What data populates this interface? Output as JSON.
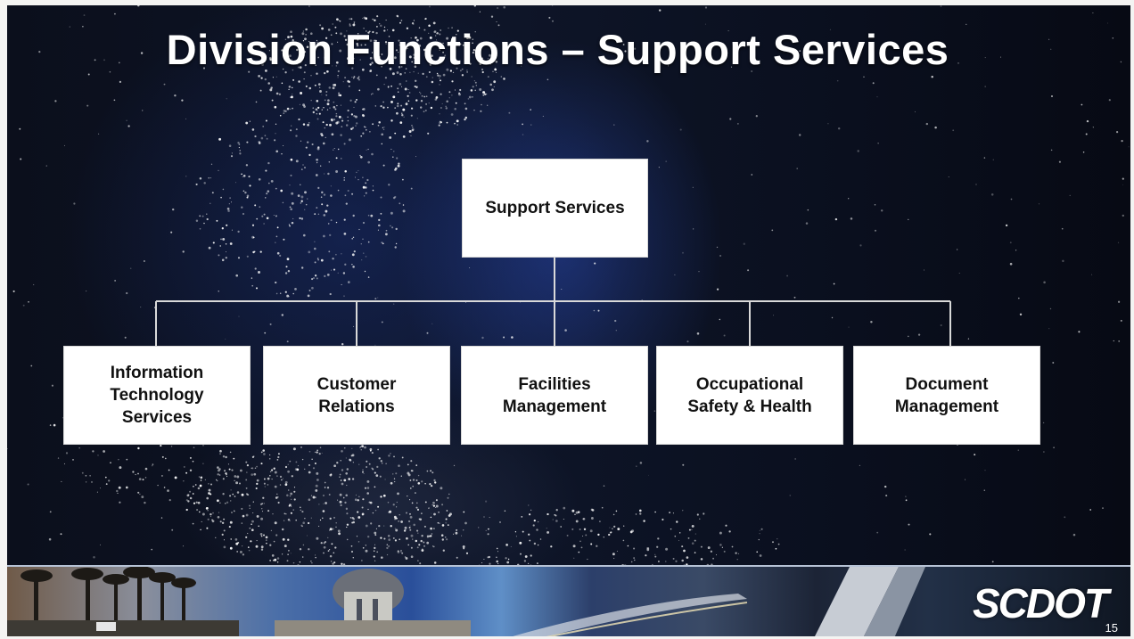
{
  "slide": {
    "title": "Division Functions – Support Services",
    "page_number": "15",
    "logo_text": "SCDOT"
  },
  "org_chart": {
    "root": "Support Services",
    "children": [
      "Information\nTechnology\nServices",
      "Customer\nRelations",
      "Facilities\nManagement",
      "Occupational\nSafety & Health",
      "Document\nManagement"
    ]
  },
  "colors": {
    "background": "#0e1528",
    "box_fill": "#ffffff",
    "connector": "#d9d9d9",
    "title": "#ffffff"
  }
}
